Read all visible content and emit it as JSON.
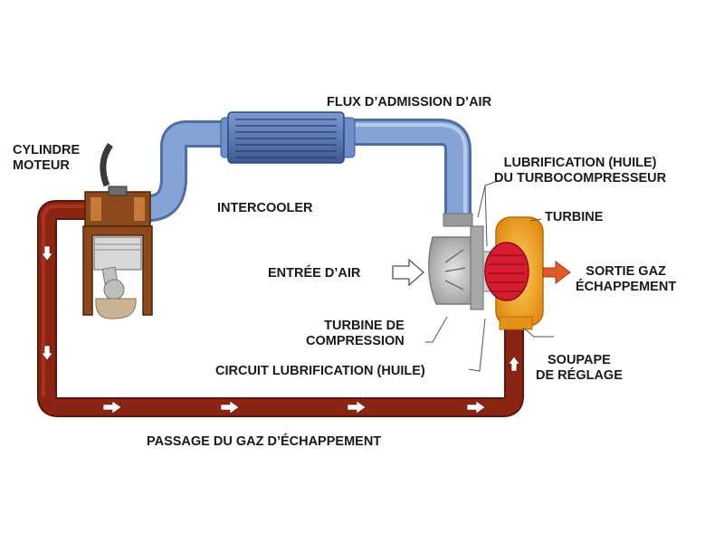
{
  "labels": {
    "cylinder": [
      "CYLINDRE",
      "MOTEUR"
    ],
    "air_intake_flow": "FLUX D’ADMISSION D’AIR",
    "intercooler": "INTERCOOLER",
    "turbo_lubrication": [
      "LUBRIFICATION (HUILE)",
      "DU TURBOCOMPRESSEUR"
    ],
    "turbine": "TURBINE",
    "air_inlet": "ENTRÉE D’AIR",
    "exhaust_outlet": [
      "SORTIE GAZ",
      "ÉCHAPPEMENT"
    ],
    "compression_turbine": [
      "TURBINE DE",
      "COMPRESSION"
    ],
    "lubrication_circuit": "CIRCUIT LUBRIFICATION (HUILE)",
    "wastegate": [
      "SOUPAPE",
      "DE RÉGLAGE"
    ],
    "exhaust_passage": "PASSAGE DU GAZ D’ÉCHAPPEMENT"
  },
  "colors": {
    "exhaust_pipe": "#8a2514",
    "exhaust_pipe_light": "#b53a22",
    "intake_pipe": "#6d8fc9",
    "intake_pipe_light": "#a9c0e6",
    "intercooler": "#4e6ca8",
    "turbine_housing": "#f0a020",
    "turbine_wheel": "#d81c30",
    "compressor_housing": "#b9b9b9",
    "engine_block": "#8c4a1c",
    "outlet_arrow": "#e05a28"
  }
}
